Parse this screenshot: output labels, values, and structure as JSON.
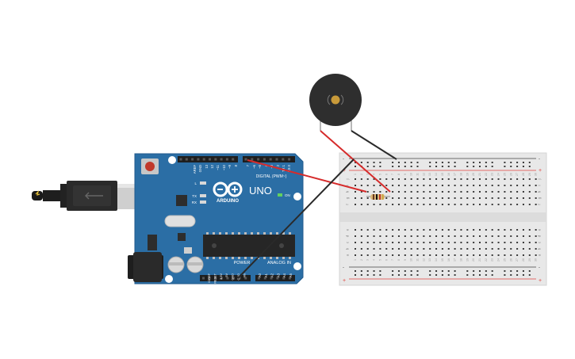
{
  "arduino": {
    "model": "UNO",
    "brand": "ARDUINO",
    "digital_label": "DIGITAL (PWM~)",
    "power_label": "POWER",
    "analog_label": "ANALOG IN",
    "on_label": "ON",
    "tx_label": "TX",
    "rx_label": "RX",
    "l_label": "L",
    "top_pins": [
      "AREF",
      "GND",
      "13",
      "12",
      "~11",
      "~10",
      "~9",
      "8",
      "7",
      "~6",
      "~5",
      "4",
      "~3",
      "2",
      "TX 1",
      "RX 0"
    ],
    "power_pins": [
      "IOREF",
      "RESET",
      "3.3V",
      "5V",
      "GND",
      "GND",
      "Vin"
    ],
    "analog_pins": [
      "A0",
      "A1",
      "A2",
      "A3",
      "A4",
      "A5"
    ]
  },
  "breadboard": {
    "rail_plus": "+",
    "rail_minus": "-",
    "top_rows": [
      "j",
      "i",
      "h",
      "g",
      "f"
    ],
    "bottom_rows": [
      "e",
      "d",
      "c",
      "b",
      "a"
    ],
    "columns": 30
  },
  "colors": {
    "board": "#2b6ea5",
    "board_edge": "#205a8c",
    "wire_red": "#d62b2b",
    "wire_black": "#2a2a2a",
    "breadboard": "#e8e8e8",
    "rail_red": "#e0443c",
    "rail_dark": "#444444",
    "buzzer": "#2e2e2e",
    "buzzer_center": "#c89a3a"
  }
}
